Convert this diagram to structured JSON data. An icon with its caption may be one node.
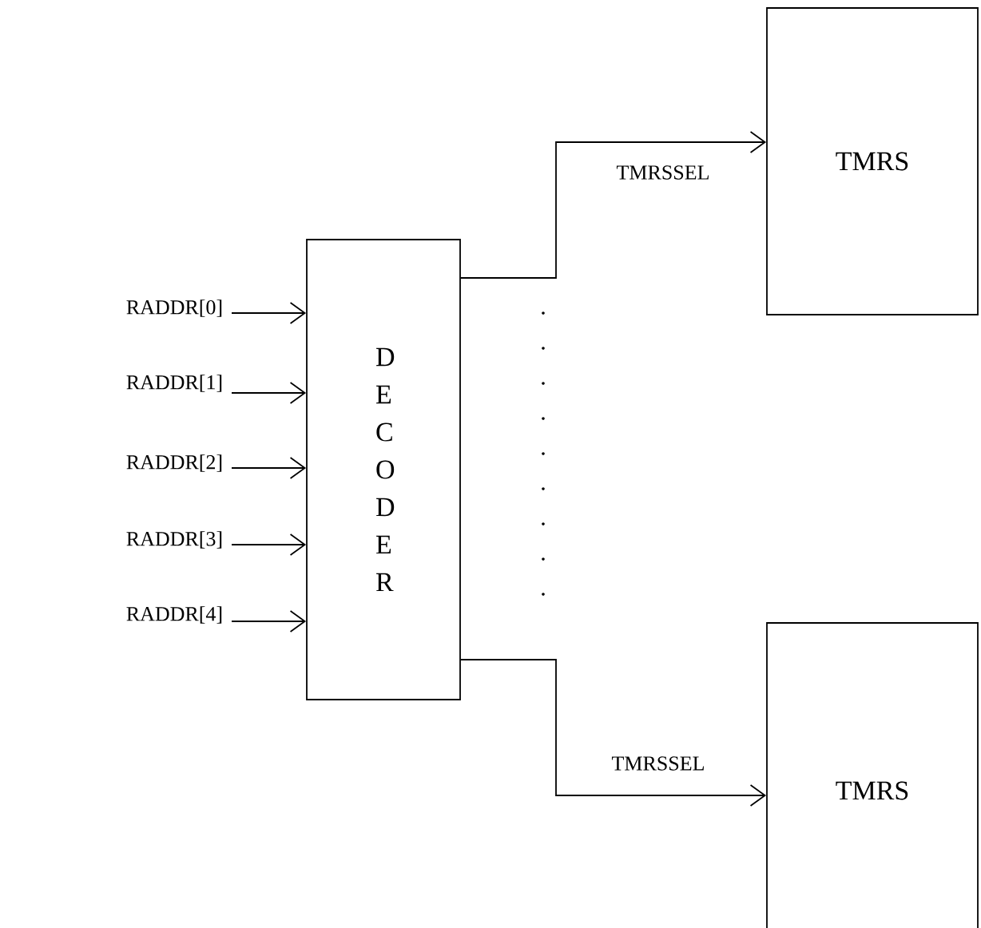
{
  "diagram": {
    "nodes": [
      {
        "text": [
          "RADDR[0]"
        ]
      },
      {
        "text": [
          "RADDR[1]"
        ]
      },
      {
        "text": [
          "RADDR[2]"
        ]
      },
      {
        "text": [
          "RADDR[3]"
        ]
      },
      {
        "text": [
          "RADDR[4]"
        ]
      },
      {
        "text": [
          "D E C O D E R"
        ]
      },
      {
        "text": [
          "TMRS"
        ]
      },
      {
        "text": [
          "TMRS"
        ]
      }
    ],
    "edges": [
      {
        "from": 0,
        "to": 5,
        "arrow": "to"
      },
      {
        "from": 1,
        "to": 5,
        "arrow": "to"
      },
      {
        "from": 2,
        "to": 5,
        "arrow": "to"
      },
      {
        "from": 3,
        "to": 5,
        "arrow": "to"
      },
      {
        "from": 4,
        "to": 5,
        "arrow": "to"
      },
      {
        "from": 5,
        "to": 6,
        "label": "TMRSSEL",
        "arrow": "to"
      },
      {
        "from": 5,
        "to": 7,
        "label": "TMRSSEL",
        "arrow": "to"
      }
    ]
  }
}
